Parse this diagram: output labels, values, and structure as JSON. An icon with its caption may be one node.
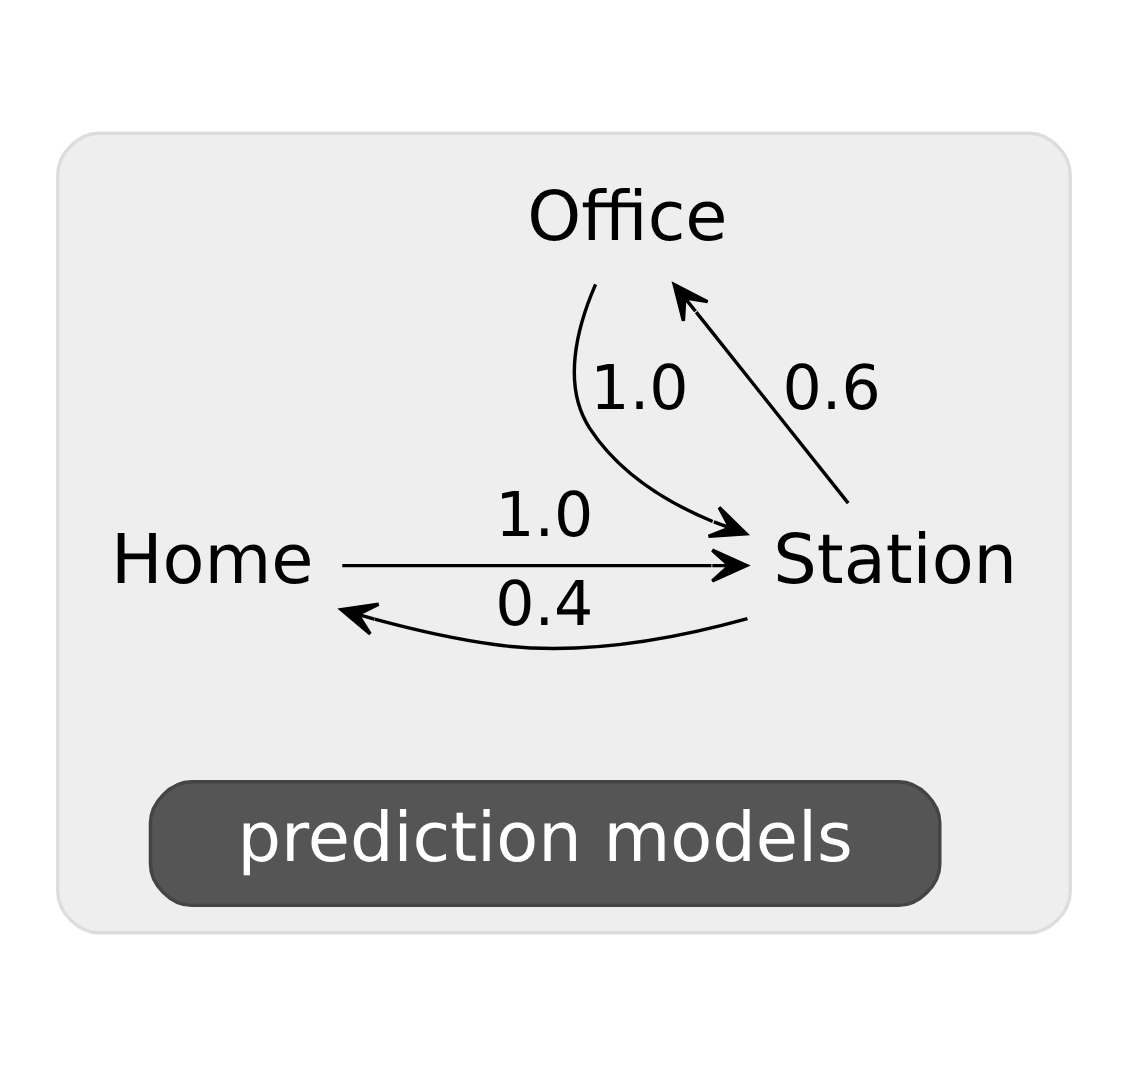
{
  "diagram": {
    "nodes": [
      {
        "text": [],
        "shape": "box"
      },
      {
        "text": [
          "Office"
        ],
        "in": 0
      },
      {
        "text": [
          "Station"
        ],
        "in": 0
      },
      {
        "text": [
          "Home"
        ],
        "in": 0
      },
      {
        "text": [
          "prediction models"
        ],
        "in": 0
      }
    ],
    "edges": [
      {
        "from": 2,
        "to": 1,
        "arrow": "to",
        "label": "0.6"
      },
      {
        "from": 1,
        "to": 2,
        "arrow": "to",
        "label": "1.0"
      },
      {
        "from": 3,
        "to": 2,
        "arrow": "to",
        "label": "1.0"
      },
      {
        "from": 2,
        "to": 3,
        "arrow": "to",
        "label": "0.4"
      }
    ]
  }
}
